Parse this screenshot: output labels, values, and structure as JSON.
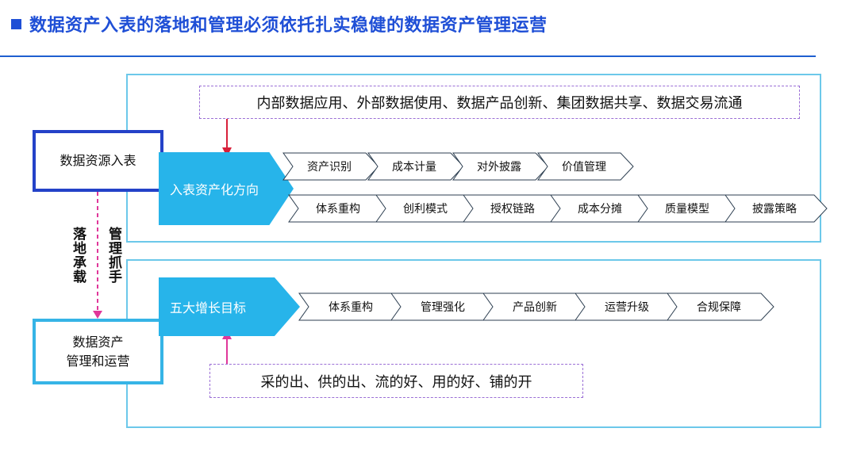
{
  "title": "数据资产入表的落地和管理必须依托扎实稳健的数据资产管理运营",
  "scenarios": "内部数据应用、外部数据使用、数据产品创新、集团数据共享、数据交易流通",
  "source_box": "数据资源入表",
  "mgmt_box": {
    "line1": "数据资产",
    "line2": "管理和运营"
  },
  "direction_arrow": "入表资产化方向",
  "growth_arrow": "五大增长目标",
  "direction_row1": [
    "资产识别",
    "成本计量",
    "对外披露",
    "价值管理"
  ],
  "direction_row2": [
    "体系重构",
    "创利模式",
    "授权链路",
    "成本分摊",
    "质量模型",
    "披露策略"
  ],
  "growth_row": [
    "体系重构",
    "管理强化",
    "产品创新",
    "运营升级",
    "合规保障"
  ],
  "goals": "采的出、供的出、流的好、用的好、铺的开",
  "side_labels": {
    "landing": "落地承载",
    "grip": "管理抓手"
  },
  "colors": {
    "title": "#1f4fd6",
    "panel_border": "#6cc8ea",
    "arrow_fill": "#27b4ea",
    "source_border": "#2442c8",
    "mgmt_border": "#36b4e6",
    "dash": "#9b6fd6",
    "red_arrow": "#d8203a",
    "magenta_arrow": "#e0379a"
  }
}
